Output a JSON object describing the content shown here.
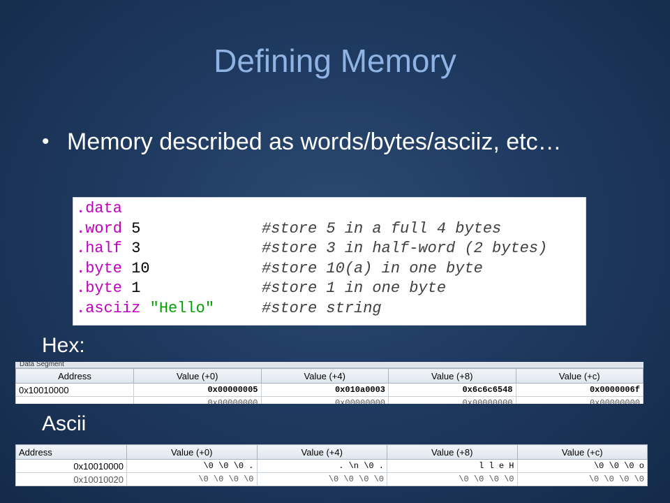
{
  "slide": {
    "title": "Defining Memory",
    "bullet": "Memory described as words/bytes/asciiz, etc…",
    "hex_label": "Hex:",
    "ascii_label": "Ascii"
  },
  "code": [
    {
      "directive": ".data",
      "arg": "",
      "comment": ""
    },
    {
      "directive": ".word",
      "arg": "5",
      "comment": "#store 5 in a full 4 bytes"
    },
    {
      "directive": ".half",
      "arg": "3",
      "comment": "#store 3 in half-word (2 bytes)"
    },
    {
      "directive": ".byte",
      "arg": "10",
      "comment": "#store 10(a) in one byte"
    },
    {
      "directive": ".byte",
      "arg": "1",
      "comment": "#store 1 in one byte"
    },
    {
      "directive": ".asciiz",
      "arg": "\"Hello\"",
      "comment": "#store string"
    }
  ],
  "hex_table": {
    "segment_label": "Data Segment",
    "headers": [
      "Address",
      "Value (+0)",
      "Value (+4)",
      "Value (+8)",
      "Value (+c)"
    ],
    "rows": [
      [
        "0x10010000",
        "0x00000005",
        "0x010a0003",
        "0x6c6c6548",
        "0x0000006f"
      ],
      [
        "",
        "0x00000000",
        "0x00000000",
        "0x00000000",
        "0x00000000"
      ]
    ]
  },
  "ascii_table": {
    "headers": [
      "Address",
      "Value (+0)",
      "Value (+4)",
      "Value (+8)",
      "Value (+c)"
    ],
    "rows": [
      [
        "0x10010000",
        "\\0 \\0 \\0  .",
        ".  \\n \\0  .",
        "l  l  e  H",
        "\\0 \\0 \\0  o"
      ],
      [
        "0x10010020",
        "\\0 \\0 \\0 \\0",
        "\\0 \\0 \\0 \\0",
        "\\0 \\0 \\0 \\0",
        "\\0 \\0 \\0 \\0"
      ]
    ]
  }
}
